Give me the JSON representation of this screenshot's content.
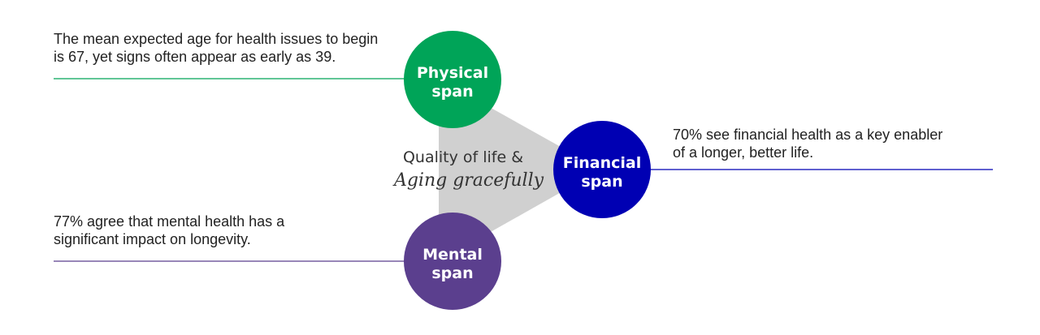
{
  "colors": {
    "physical": "#00A458",
    "financial": "#0000B3",
    "mental": "#5B3F8E",
    "triangle": "#D0D0D0"
  },
  "center": {
    "line1": "Quality of life &",
    "line2": "Aging gracefully"
  },
  "nodes": {
    "physical": {
      "line1": "Physical",
      "line2": "span"
    },
    "financial": {
      "line1": "Financial",
      "line2": "span"
    },
    "mental": {
      "line1": "Mental",
      "line2": "span"
    }
  },
  "callouts": {
    "physical": {
      "line1": "The mean expected age for health issues to begin",
      "line2": "is 67,  yet signs often appear as early as 39."
    },
    "mental": {
      "line1": "77% agree that mental health has a",
      "line2": "significant impact on longevity."
    },
    "financial": {
      "line1": "70% see financial health as a key enabler",
      "line2": "of a longer, better life."
    }
  }
}
